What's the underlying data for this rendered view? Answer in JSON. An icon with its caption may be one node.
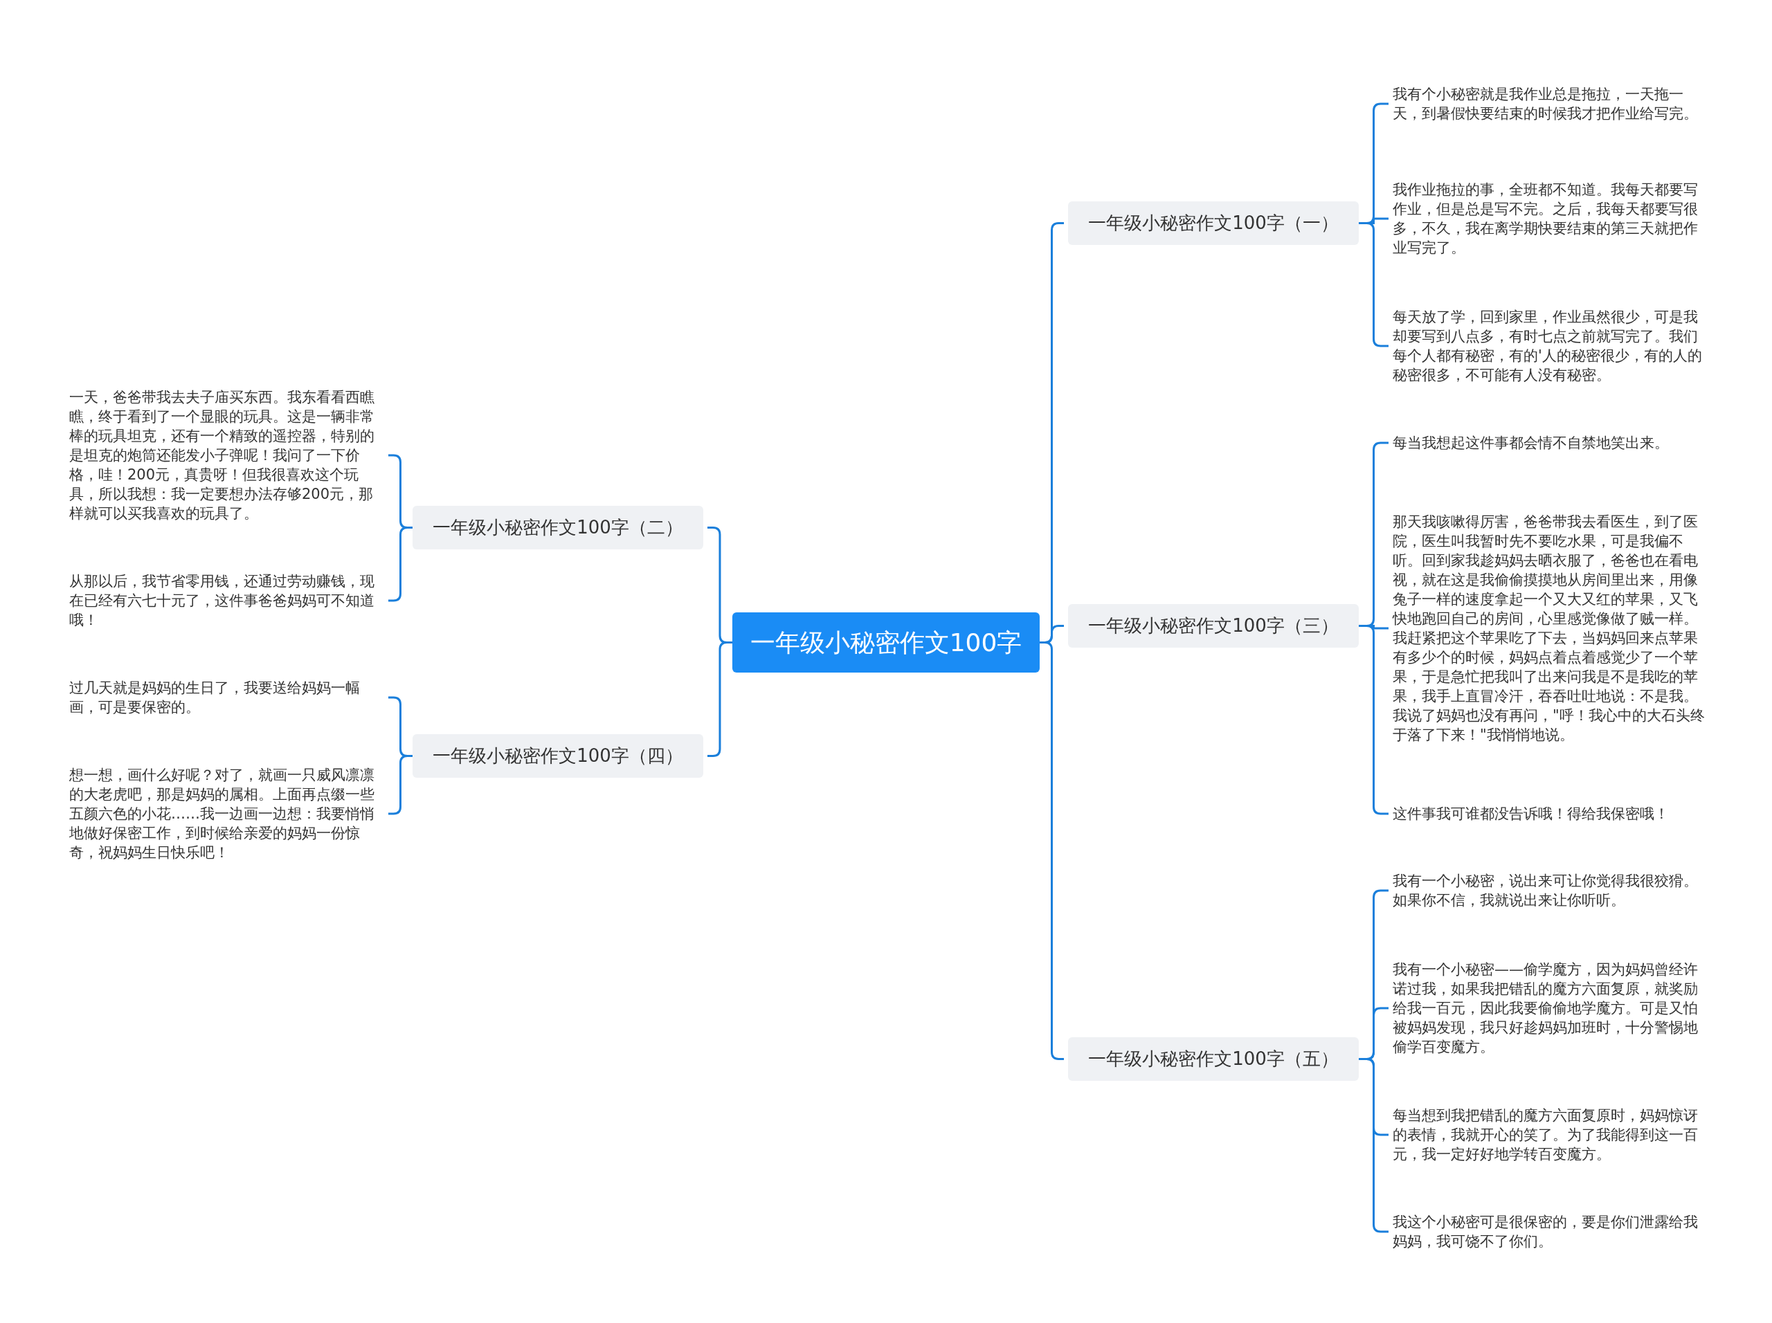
{
  "diagram": {
    "nodes": [
      {
        "text": [
          "一年级小秘密作文100字"
        ]
      },
      {
        "text": [
          "一年级小秘密作文100字（一）"
        ]
      },
      {
        "text": [
          "我有个小秘密就是我作业总是拖拉，一天拖一天，到暑假快要结束的时候我才把作业给写完。"
        ]
      },
      {
        "text": [
          "我作业拖拉的事，全班都不知道。我每天都要写作业，但是总是写不完。之后，我每天都要写很多，不久，我在离学期快要结束的第三天就把作业写完了。"
        ]
      },
      {
        "text": [
          "每天放了学，回到家里，作业虽然很少，可是我却要写到八点多，有时七点之前就写完了。我们每个人都有秘密，有的'人的秘密很少，有的人的秘密很多，不可能有人没有秘密。"
        ]
      },
      {
        "text": [
          "一年级小秘密作文100字（二）"
        ]
      },
      {
        "text": [
          "一天，爸爸带我去夫子庙买东西。我东看看西瞧瞧，终于看到了一个显眼的玩具。这是一辆非常棒的玩具坦克，还有一个精致的遥控器，特别的是坦克的炮筒还能发小子弹呢！我问了一下价格，哇！200元，真贵呀！但我很喜欢这个玩具，所以我想：我一定要想办法存够200元，那样就可以买我喜欢的玩具了。"
        ]
      },
      {
        "text": [
          "从那以后，我节省零用钱，还通过劳动赚钱，现在已经有六七十元了，这件事爸爸妈妈可不知道哦！"
        ]
      },
      {
        "text": [
          "一年级小秘密作文100字（三）"
        ]
      },
      {
        "text": [
          "每当我想起这件事都会情不自禁地笑出来。"
        ]
      },
      {
        "text": [
          "那天我咳嗽得厉害，爸爸带我去看医生，到了医院，医生叫我暂时先不要吃水果，可是我偏不听。回到家我趁妈妈去晒衣服了，爸爸也在看电视，就在这是我偷偷摸摸地从房间里出来，用像兔子一样的速度拿起一个又大又红的苹果，又飞快地跑回自己的房间，心里感觉像做了贼一样。我赶紧把这个苹果吃了下去，当妈妈回来点苹果有多少个的时候，妈妈点着点着感觉少了一个苹果，于是急忙把我叫了出来问我是不是我吃的苹果，我手上直冒冷汗，吞吞吐吐地说：不是我。我说了妈妈也没有再问，\"呼！我心中的大石头终于落了下来！\"我悄悄地说。"
        ]
      },
      {
        "text": [
          "这件事我可谁都没告诉哦！得给我保密哦！"
        ]
      },
      {
        "text": [
          "一年级小秘密作文100字（四）"
        ]
      },
      {
        "text": [
          "过几天就是妈妈的生日了，我要送给妈妈一幅画，可是要保密的。"
        ]
      },
      {
        "text": [
          "想一想，画什么好呢？对了，就画一只威风凛凛的大老虎吧，那是妈妈的属相。上面再点缀一些五颜六色的小花……我一边画一边想：我要悄悄地做好保密工作，到时候给亲爱的妈妈一份惊奇，祝妈妈生日快乐吧！"
        ]
      },
      {
        "text": [
          "一年级小秘密作文100字（五）"
        ]
      },
      {
        "text": [
          "我有一个小秘密，说出来可让你觉得我很狡猾。如果你不信，我就说出来让你听听。"
        ]
      },
      {
        "text": [
          "我有一个小秘密——偷学魔方，因为妈妈曾经许诺过我，如果我把错乱的魔方六面复原，就奖励给我一百元，因此我要偷偷地学魔方。可是又怕被妈妈发现，我只好趁妈妈加班时，十分警惕地偷学百变魔方。"
        ]
      },
      {
        "text": [
          "每当想到我把错乱的魔方六面复原时，妈妈惊讶的表情，我就开心的笑了。为了我能得到这一百元，我一定好好地学转百变魔方。"
        ]
      },
      {
        "text": [
          "我这个小秘密可是很保密的，要是你们泄露给我妈妈，我可饶不了你们。"
        ]
      }
    ],
    "edges": [
      {
        "from": 0,
        "to": 1,
        "arrow": "none"
      },
      {
        "from": 1,
        "to": 2,
        "arrow": "none"
      },
      {
        "from": 1,
        "to": 3,
        "arrow": "none"
      },
      {
        "from": 1,
        "to": 4,
        "arrow": "none"
      },
      {
        "from": 0,
        "to": 5,
        "arrow": "none"
      },
      {
        "from": 5,
        "to": 6,
        "arrow": "none"
      },
      {
        "from": 5,
        "to": 7,
        "arrow": "none"
      },
      {
        "from": 0,
        "to": 8,
        "arrow": "none"
      },
      {
        "from": 8,
        "to": 9,
        "arrow": "none"
      },
      {
        "from": 8,
        "to": 10,
        "arrow": "none"
      },
      {
        "from": 8,
        "to": 11,
        "arrow": "none"
      },
      {
        "from": 0,
        "to": 12,
        "arrow": "none"
      },
      {
        "from": 12,
        "to": 13,
        "arrow": "none"
      },
      {
        "from": 12,
        "to": 14,
        "arrow": "none"
      },
      {
        "from": 0,
        "to": 15,
        "arrow": "none"
      },
      {
        "from": 15,
        "to": 16,
        "arrow": "none"
      },
      {
        "from": 15,
        "to": 17,
        "arrow": "none"
      },
      {
        "from": 15,
        "to": 18,
        "arrow": "none"
      },
      {
        "from": 15,
        "to": 19,
        "arrow": "none"
      }
    ]
  }
}
